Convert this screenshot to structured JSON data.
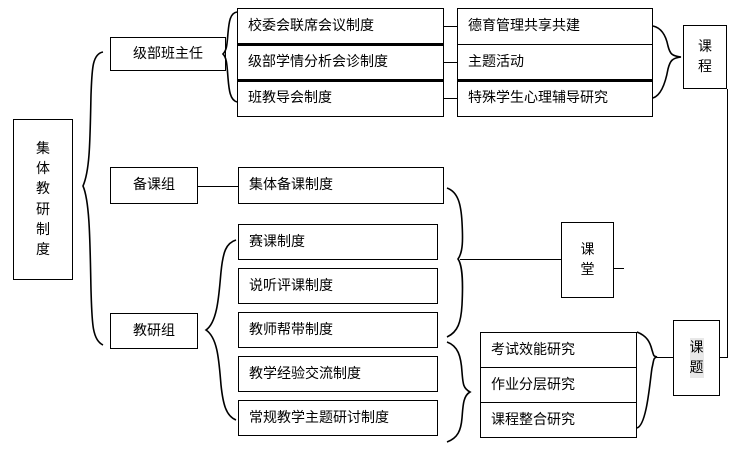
{
  "diagram": {
    "title": "集体教研制度",
    "root": {
      "label": "集体教研制度"
    },
    "groups": [
      {
        "id": "g1",
        "label": "级部班主任"
      },
      {
        "id": "g2",
        "label": "备课组"
      },
      {
        "id": "g3",
        "label": "教研组"
      }
    ],
    "banzhuren_items": [
      {
        "label": "校委会联席会议制度"
      },
      {
        "label": "级部学情分析会诊制度"
      },
      {
        "label": "班教导会制度"
      }
    ],
    "deyu_items": [
      {
        "label": "德育管理共享共建"
      },
      {
        "label": "主题活动"
      },
      {
        "label": "特殊学生心理辅导研究"
      }
    ],
    "beike_items": [
      {
        "label": "集体备课制度"
      }
    ],
    "jiaoyan_items": [
      {
        "label": "赛课制度"
      },
      {
        "label": "说听评课制度"
      },
      {
        "label": "教师帮带制度"
      },
      {
        "label": "教学经验交流制度"
      },
      {
        "label": "常规教学主题研讨制度"
      }
    ],
    "keti_items": [
      {
        "label": "考试效能研究"
      },
      {
        "label": "作业分层研究"
      },
      {
        "label": "课程整合研究"
      }
    ],
    "outcomes": [
      {
        "id": "kecheng",
        "chars": [
          "课",
          "程"
        ],
        "highlight": false
      },
      {
        "id": "ketang",
        "chars": [
          "课",
          "堂"
        ],
        "highlight": false
      },
      {
        "id": "keti",
        "chars": [
          "课",
          "题"
        ],
        "highlight": true
      }
    ],
    "colors": {
      "line": "#000000",
      "background": "#ffffff",
      "highlight": "#e8e8e8"
    }
  }
}
